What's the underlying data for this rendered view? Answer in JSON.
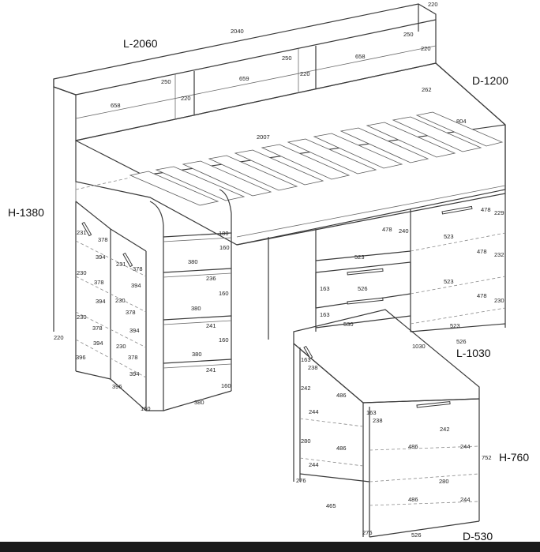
{
  "overall": {
    "length": "L-2060",
    "depth": "D-1200",
    "height": "H-1380",
    "desk_length": "L-1030",
    "desk_height": "H-760",
    "desk_depth": "D-530"
  },
  "dims": {
    "d220_top": "220",
    "d2040": "2040",
    "d250_a": "250",
    "d220_b": "220",
    "d250_b": "250",
    "d658_a": "658",
    "d220_c": "220",
    "d659": "659",
    "d250_c": "250",
    "d220_d": "220",
    "d658_b": "658",
    "d262": "262",
    "d804": "804",
    "d2007": "2007",
    "d231_a": "231",
    "d378_a": "378",
    "d394_a": "394",
    "d231_b": "231",
    "d378_b": "378",
    "d230_a": "230",
    "d378_c": "378",
    "d394_b": "394",
    "d394_c": "394",
    "d230_b": "230",
    "d230_c": "230",
    "d378_d": "378",
    "d378_e": "378",
    "d394_d": "394",
    "d394_e": "394",
    "d230_d": "230",
    "d378_f": "378",
    "d220_e": "220",
    "d396_a": "396",
    "d394_f": "394",
    "d396_b": "396",
    "d160_a": "160",
    "d180": "180",
    "d160_b": "160",
    "d380_a": "380",
    "d236": "236",
    "d160_c": "160",
    "d380_b": "380",
    "d241_a": "241",
    "d160_d": "160",
    "d380_c": "380",
    "d241_b": "241",
    "d160_e": "160",
    "d380_d": "380",
    "d478_a": "478",
    "d240": "240",
    "d523_a": "523",
    "d163_a": "163",
    "d526_a": "526",
    "d163_b": "163",
    "d530": "530",
    "d478_b": "478",
    "d229": "229",
    "d523_b": "523",
    "d478_c": "478",
    "d232": "232",
    "d523_c": "523",
    "d478_d": "478",
    "d230_e": "230",
    "d523_d": "523",
    "d526_b": "526",
    "d1030": "1030",
    "d163_c": "163",
    "d238_a": "238",
    "d242_a": "242",
    "d486_a": "486",
    "d244_a": "244",
    "d163_d": "163",
    "d238_b": "238",
    "d242_b": "242",
    "d280_a": "280",
    "d486_b": "486",
    "d486_c": "486",
    "d244_b": "244",
    "d244_c": "244",
    "d752": "752",
    "d280_b": "280",
    "d276_a": "276",
    "d486_d": "486",
    "d244_d": "244",
    "d465": "465",
    "d276_b": "276",
    "d526_c": "526"
  }
}
